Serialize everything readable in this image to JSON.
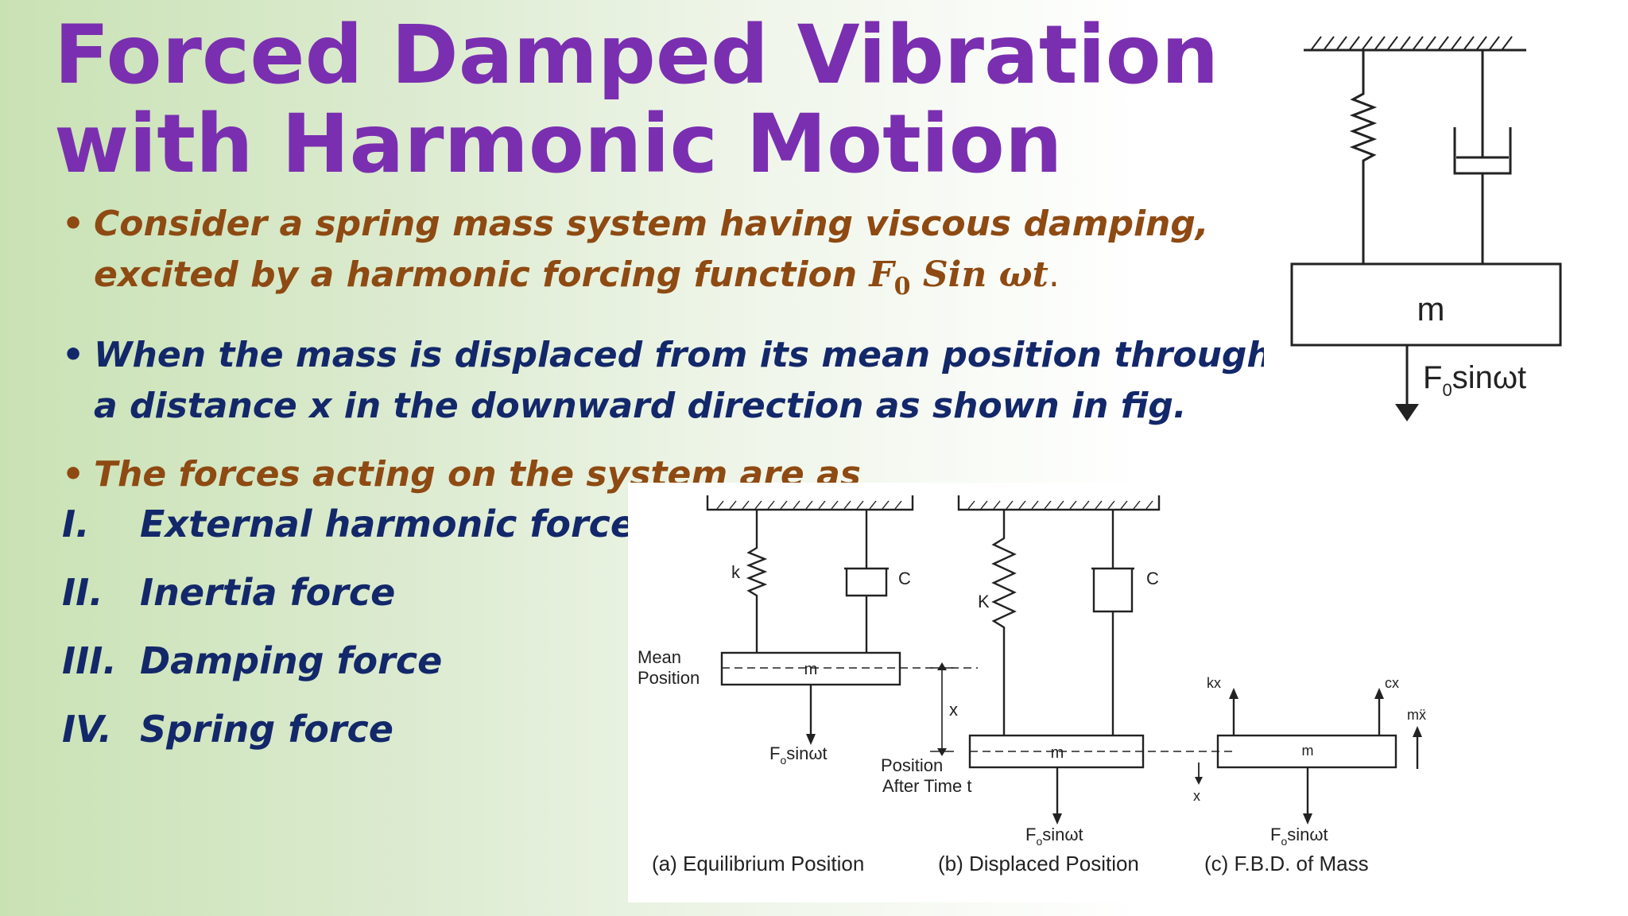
{
  "title": {
    "line1": "Forced Damped Vibration",
    "line2": "with Harmonic Motion"
  },
  "bullets": [
    {
      "text1": "Consider a spring mass system having viscous damping,",
      "text2": "excited by a harmonic forcing function ",
      "math_main": "F",
      "math_sub": "0",
      "math_tail": " Sin ωt",
      "tail": "."
    },
    {
      "text1": "When the mass is displaced from its mean position through",
      "text2": "a distance x in the downward direction as shown in fig."
    },
    {
      "text1": "The forces acting on the system are as"
    }
  ],
  "forces": [
    {
      "num": "I.",
      "label": "External harmonic force"
    },
    {
      "num": "II.",
      "label": "Inertia force"
    },
    {
      "num": "III.",
      "label": "Damping force"
    },
    {
      "num": "IV.",
      "label": "Spring force"
    }
  ],
  "fig_top": {
    "mass": "m",
    "force_main": "F",
    "force_sub": "0",
    "force_tail": "sinωt"
  },
  "fig_bottom": {
    "a": {
      "spring": "k",
      "damper": "C",
      "mass": "m",
      "mean1": "Mean",
      "mean2": "Position",
      "force_main": "F",
      "force_sub": "o",
      "force_tail": "sinωt",
      "caption": "(a) Equilibrium Position"
    },
    "b": {
      "spring": "K",
      "damper": "C",
      "mass": "m",
      "disp": "x",
      "pos1": "Position",
      "pos2": "After Time t",
      "force_main": "F",
      "force_sub": "o",
      "force_tail": "sinωt",
      "caption": "(b) Displaced Position"
    },
    "c": {
      "kx": "kx",
      "cx": "cx",
      "mx": "mẍ",
      "mass": "m",
      "x": "x",
      "force_main": "F",
      "force_sub": "o",
      "force_tail": "sinωt",
      "caption": "(c) F.B.D. of Mass"
    }
  }
}
